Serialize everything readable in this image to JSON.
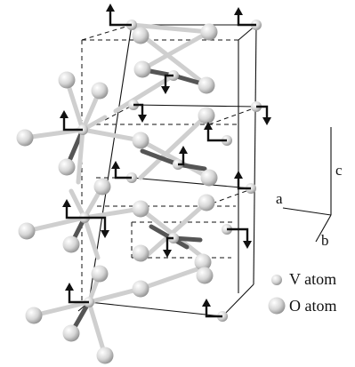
{
  "axes": {
    "a": "a",
    "b": "b",
    "c": "c"
  },
  "legend": {
    "v_label": "V atom",
    "o_label": "O atom"
  },
  "colors": {
    "line": "#111111",
    "bond": "#d4d4d4",
    "atom_light": "#ffffff",
    "atom_dark": "#8a8a8a"
  },
  "atom_types": [
    "V",
    "O"
  ],
  "spin": "arrows"
}
